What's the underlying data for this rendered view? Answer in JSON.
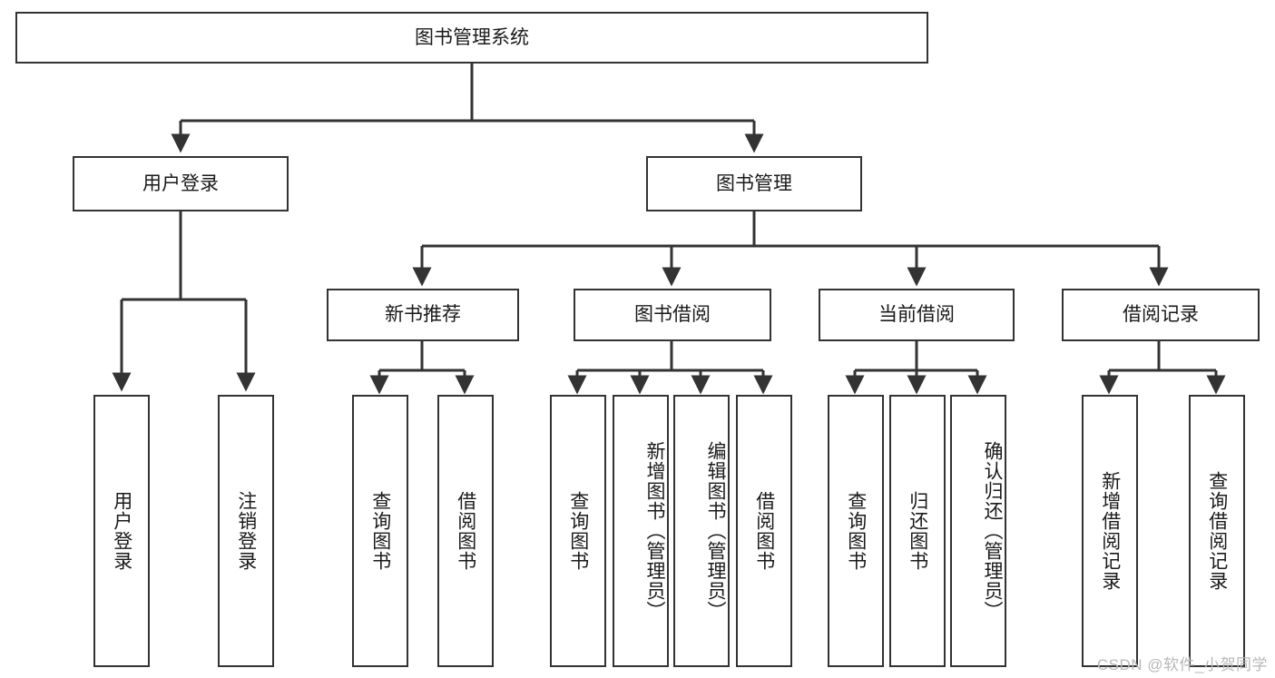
{
  "diagram": {
    "type": "tree-hierarchy-chart",
    "title": "图书管理系统",
    "root": {
      "label": "图书管理系统"
    },
    "level2": [
      {
        "id": "user-login",
        "label": "用户登录"
      },
      {
        "id": "book-manage",
        "label": "图书管理"
      }
    ],
    "level3": [
      {
        "id": "new-book-rec",
        "label": "新书推荐",
        "parent": "book-manage"
      },
      {
        "id": "book-borrow",
        "label": "图书借阅",
        "parent": "book-manage"
      },
      {
        "id": "current-borrow",
        "label": "当前借阅",
        "parent": "book-manage"
      },
      {
        "id": "borrow-record",
        "label": "借阅记录",
        "parent": "book-manage"
      }
    ],
    "leaves": [
      {
        "id": "leaf-user-login",
        "label": "用户登录",
        "parent": "user-login"
      },
      {
        "id": "leaf-logout",
        "label": "注销登录",
        "parent": "user-login"
      },
      {
        "id": "leaf-query-book-1",
        "label": "查询图书",
        "parent": "new-book-rec"
      },
      {
        "id": "leaf-borrow-book-1",
        "label": "借阅图书",
        "parent": "new-book-rec"
      },
      {
        "id": "leaf-query-book-2",
        "label": "查询图书",
        "parent": "book-borrow"
      },
      {
        "id": "leaf-add-book",
        "label": "新增图书（管理员）",
        "parent": "book-borrow"
      },
      {
        "id": "leaf-edit-book",
        "label": "编辑图书（管理员）",
        "parent": "book-borrow"
      },
      {
        "id": "leaf-borrow-book-2",
        "label": "借阅图书",
        "parent": "book-borrow"
      },
      {
        "id": "leaf-query-book-3",
        "label": "查询图书",
        "parent": "current-borrow"
      },
      {
        "id": "leaf-return-book",
        "label": "归还图书",
        "parent": "current-borrow"
      },
      {
        "id": "leaf-confirm-return",
        "label": "确认归还（管理员）",
        "parent": "current-borrow"
      },
      {
        "id": "leaf-add-record",
        "label": "新增借阅记录",
        "parent": "borrow-record"
      },
      {
        "id": "leaf-query-record",
        "label": "查询借阅记录",
        "parent": "borrow-record"
      }
    ],
    "watermark": "CSDN @软件_小贺同学",
    "colors": {
      "border": "#333333",
      "background": "#ffffff",
      "text": "#1a1a1a",
      "watermark": "#b8b8b8"
    }
  }
}
